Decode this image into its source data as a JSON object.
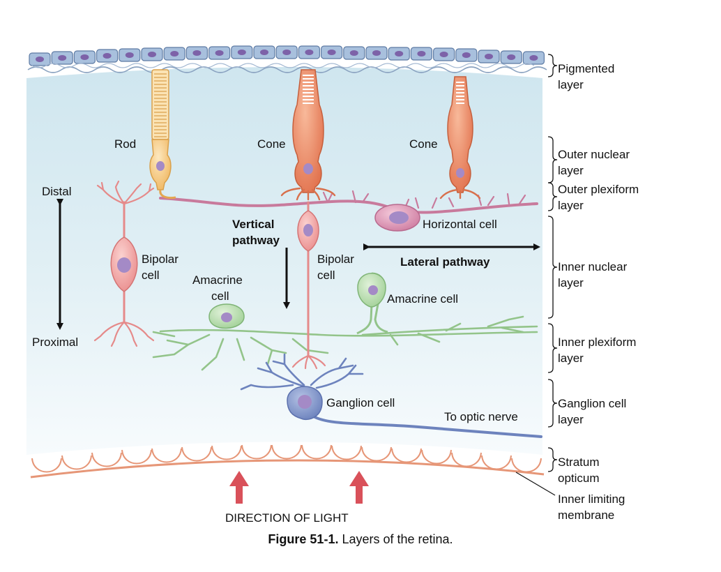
{
  "labels": {
    "rod": "Rod",
    "cone_1": "Cone",
    "cone_2": "Cone",
    "distal": "Distal",
    "proximal": "Proximal",
    "vertical_line1": "Vertical",
    "vertical_line2": "pathway",
    "bipolar1_line1": "Bipolar",
    "bipolar1_line2": "cell",
    "bipolar2_line1": "Bipolar",
    "bipolar2_line2": "cell",
    "amacrine1_line1": "Amacrine",
    "amacrine1_line2": "cell",
    "amacrine2": "Amacrine cell",
    "horizontal": "Horizontal cell",
    "lateral": "Lateral pathway",
    "ganglion": "Ganglion cell",
    "optic_nerve": "To optic nerve",
    "light": "DIRECTION OF LIGHT"
  },
  "layers": [
    {
      "line1": "Pigmented",
      "line2": "layer"
    },
    {
      "line1": "Outer nuclear",
      "line2": "layer"
    },
    {
      "line1": "Outer plexiform",
      "line2": "layer"
    },
    {
      "line1": "Inner nuclear",
      "line2": "layer"
    },
    {
      "line1": "Inner plexiform",
      "line2": "layer"
    },
    {
      "line1": "Ganglion cell",
      "line2": "layer"
    },
    {
      "line1": "Stratum",
      "line2": "opticum"
    },
    {
      "line1": "Inner limiting",
      "line2": "membrane"
    }
  ],
  "caption": {
    "label": "Figure 51-1.",
    "text": "Layers of the retina."
  },
  "colors": {
    "rod": "#f6c478",
    "cone": "#e8845c",
    "bipolar": "#f0a0a0",
    "horizontal": "#d88aa8",
    "amacrine": "#b6dcae",
    "ganglion": "#7f93c4",
    "pigment": "#98b4d6",
    "arrow_light": "#d9515a",
    "membrane": "#eba583"
  }
}
